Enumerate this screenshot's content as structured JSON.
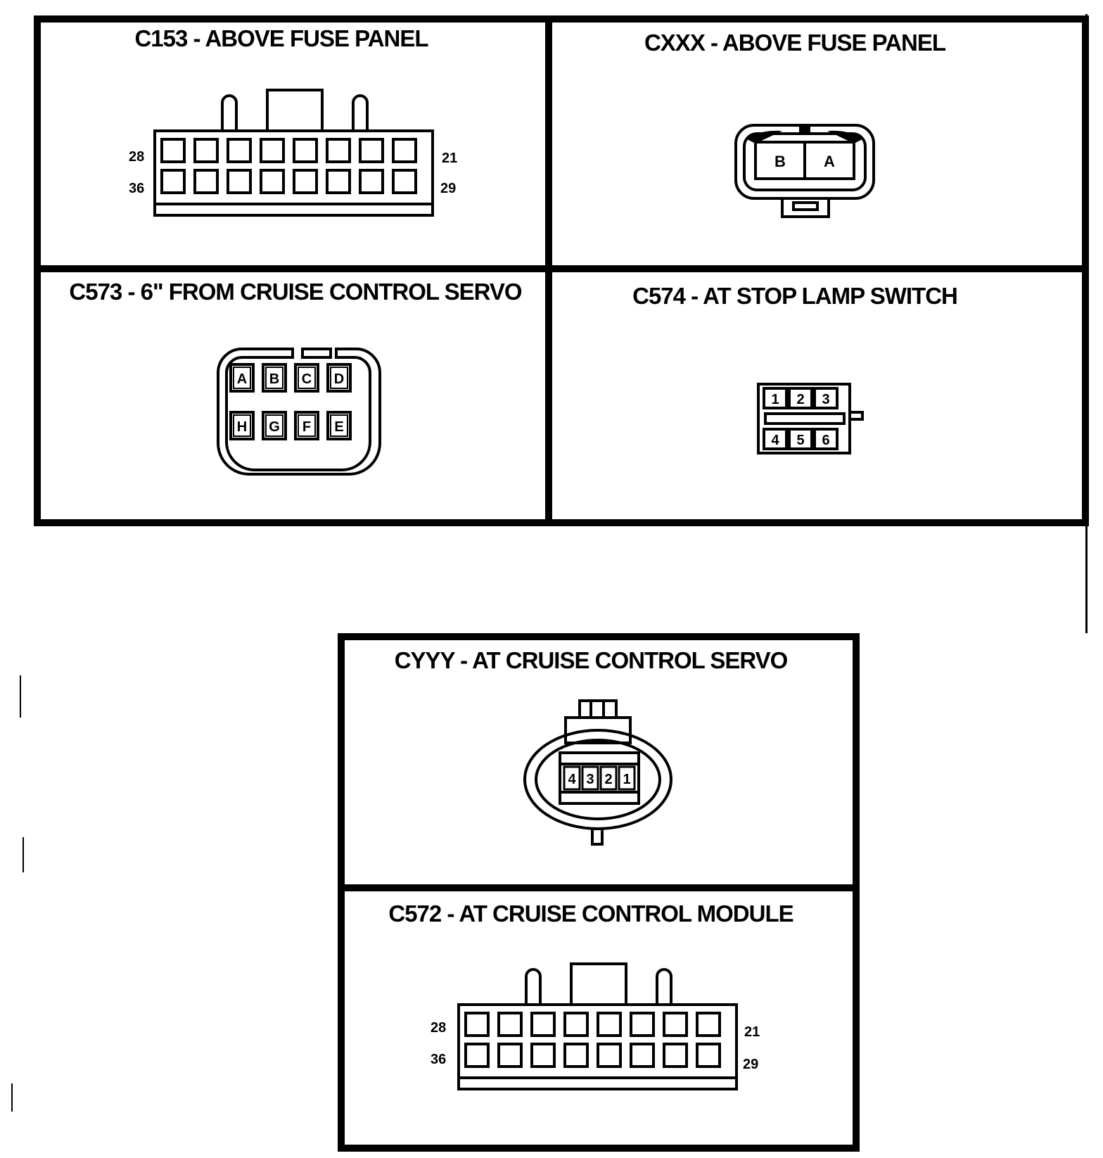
{
  "panels": {
    "c153": {
      "title": "C153 - ABOVE FUSE PANEL",
      "pin_labels": {
        "top_left": "28",
        "bottom_left": "36",
        "top_right": "21",
        "bottom_right": "29"
      }
    },
    "cxxx": {
      "title": "CXXX - ABOVE FUSE PANEL",
      "cavities": [
        "B",
        "A"
      ]
    },
    "c573": {
      "title": "C573 - 6\" FROM CRUISE CONTROL SERVO",
      "cavities_top": [
        "A",
        "B",
        "C",
        "D"
      ],
      "cavities_bottom": [
        "H",
        "G",
        "F",
        "E"
      ]
    },
    "c574": {
      "title": "C574 - AT STOP LAMP SWITCH",
      "cavities_top": [
        "1",
        "2",
        "3"
      ],
      "cavities_bottom": [
        "4",
        "5",
        "6"
      ]
    },
    "cyyy": {
      "title": "CYYY - AT CRUISE CONTROL SERVO",
      "cavities": [
        "4",
        "3",
        "2",
        "1"
      ]
    },
    "c572": {
      "title": "C572 - AT CRUISE CONTROL MODULE",
      "pin_labels": {
        "top_left": "28",
        "bottom_left": "36",
        "top_right": "21",
        "bottom_right": "29"
      }
    }
  },
  "colors": {
    "ink": "#000000",
    "paper": "#ffffff"
  }
}
